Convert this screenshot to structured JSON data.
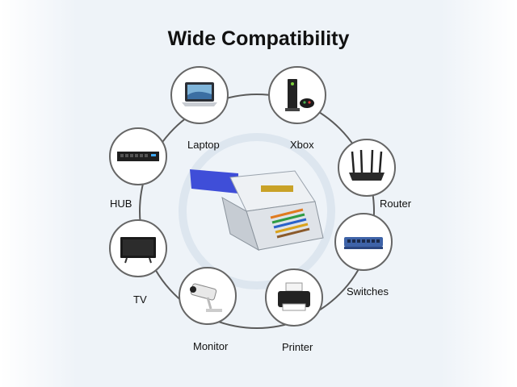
{
  "title": "Wide Compatibility",
  "devices": [
    {
      "label": "Laptop",
      "icon": "laptop-icon"
    },
    {
      "label": "Xbox",
      "icon": "xbox-console-icon"
    },
    {
      "label": "Router",
      "icon": "router-icon"
    },
    {
      "label": "Switches",
      "icon": "network-switch-icon"
    },
    {
      "label": "Printer",
      "icon": "printer-icon"
    },
    {
      "label": "Monitor",
      "icon": "security-camera-icon"
    },
    {
      "label": "TV",
      "icon": "tv-icon"
    },
    {
      "label": "HUB",
      "icon": "network-hub-icon"
    }
  ],
  "colors": {
    "ring": "#5a5a5a",
    "circle_border": "#666666",
    "background": "#eef3f8",
    "plug_tab": "#3f4ed8",
    "plug_body": "#dfe3e8"
  }
}
